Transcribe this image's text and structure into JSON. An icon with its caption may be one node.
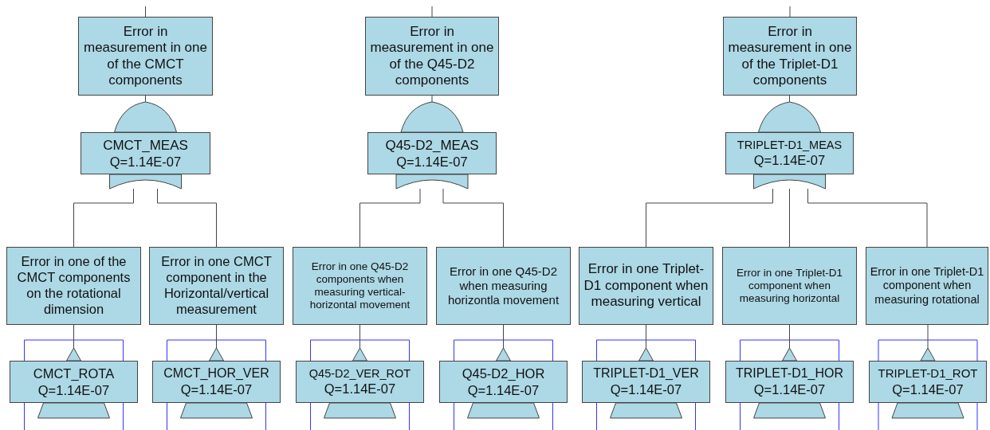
{
  "diagram": {
    "nodes": [
      {
        "text": [
          "Error in measurement in one of the CMCT components"
        ]
      },
      {
        "text": [
          "Error in measurement in one of the Q45-D2 components"
        ]
      },
      {
        "text": [
          "Error in measurement in one of the Triplet-D1 components"
        ]
      },
      {
        "text": [
          "CMCT_MEAS",
          "Q=1.14E-07"
        ]
      },
      {
        "text": [
          "Q45-D2_MEAS",
          "Q=1.14E-07"
        ]
      },
      {
        "text": [
          "TRIPLET-D1_MEAS",
          "Q=1.14E-07"
        ]
      },
      {
        "text": [
          "Error in one of the CMCT components on the rotational dimension"
        ]
      },
      {
        "text": [
          "Error in one CMCT component in the Horizontal/vertical measurement"
        ]
      },
      {
        "text": [
          "Error in one Q45-D2 components when measuring vertical-horizontal movement"
        ]
      },
      {
        "text": [
          "Error in one Q45-D2 when measuring horizontla movement"
        ]
      },
      {
        "text": [
          "Error in one Triplet-D1 component when measuring vertical"
        ]
      },
      {
        "text": [
          "Error in one Triplet-D1 component when measuring horizontal"
        ]
      },
      {
        "text": [
          "Error in one Triplet-D1 component when measuring rotational"
        ]
      },
      {
        "text": [
          "CMCT_ROTA",
          "Q=1.14E-07"
        ]
      },
      {
        "text": [
          "CMCT_HOR_VER",
          "Q=1.14E-07"
        ]
      },
      {
        "text": [
          "Q45-D2_VER_ROT",
          "Q=1.14E-07"
        ]
      },
      {
        "text": [
          "Q45-D2_HOR",
          "Q=1.14E-07"
        ]
      },
      {
        "text": [
          "TRIPLET-D1_VER",
          "Q=1.14E-07"
        ]
      },
      {
        "text": [
          "TRIPLET-D1_HOR",
          "Q=1.14E-07"
        ]
      },
      {
        "text": [
          "TRIPLET-D1_ROT",
          "Q=1.14E-07"
        ]
      }
    ],
    "edges": [
      {
        "from": null,
        "to": 0,
        "arrow": "none"
      },
      {
        "from": null,
        "to": 1,
        "arrow": "none"
      },
      {
        "from": null,
        "to": 2,
        "arrow": "none"
      },
      {
        "from": 0,
        "to": 3,
        "arrow": "none"
      },
      {
        "from": 1,
        "to": 4,
        "arrow": "none"
      },
      {
        "from": 2,
        "to": 5,
        "arrow": "none"
      },
      {
        "from": 3,
        "to": 6,
        "arrow": "none"
      },
      {
        "from": 3,
        "to": 7,
        "arrow": "none"
      },
      {
        "from": 4,
        "to": 8,
        "arrow": "none"
      },
      {
        "from": 4,
        "to": 9,
        "arrow": "none"
      },
      {
        "from": 5,
        "to": 10,
        "arrow": "none"
      },
      {
        "from": 5,
        "to": 11,
        "arrow": "none"
      },
      {
        "from": 5,
        "to": 12,
        "arrow": "none"
      },
      {
        "from": 6,
        "to": 13,
        "arrow": "none"
      },
      {
        "from": 7,
        "to": 14,
        "arrow": "none"
      },
      {
        "from": 8,
        "to": 15,
        "arrow": "none"
      },
      {
        "from": 9,
        "to": 16,
        "arrow": "none"
      },
      {
        "from": 10,
        "to": 17,
        "arrow": "none"
      },
      {
        "from": 11,
        "to": 18,
        "arrow": "none"
      },
      {
        "from": 12,
        "to": 19,
        "arrow": "none"
      }
    ]
  }
}
